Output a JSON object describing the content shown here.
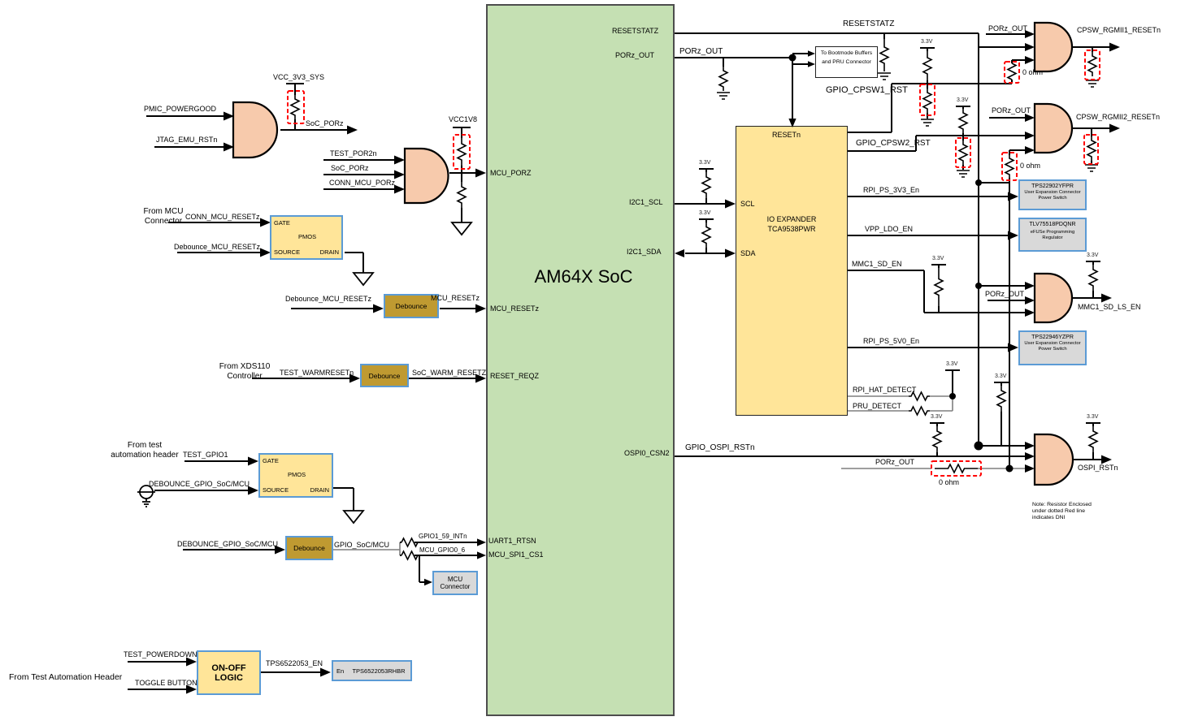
{
  "title": "AM64X SoC reset architecture diagram",
  "colors": {
    "soc_fill": "#c5e0b3",
    "gate_fill": "#f7caac",
    "yellow_fill": "#ffe599",
    "debounce_fill": "#bf9a31",
    "gray_fill": "#d9d9d9",
    "blue_border": "#5b9bd5",
    "dni_red": "#ff0000"
  },
  "soc": {
    "title": "AM64X SoC",
    "pins": {
      "mcu_porz": "MCU_PORZ",
      "mcu_resetz": "MCU_RESETz",
      "reset_reqz": "RESET_REQZ",
      "uart1_rtsn": "UART1_RTSN",
      "mcu_spi1_cs1": "MCU_SPI1_CS1",
      "resetstatz": "RESETSTATZ",
      "porz_out": "PORz_OUT",
      "i2c1_scl": "I2C1_SCL",
      "i2c1_sda": "I2C1_SDA",
      "ospi0_csn2": "OSPI0_CSN2"
    }
  },
  "nets": {
    "pmic_powergood": "PMIC_POWERGOOD",
    "jtag_emu_rstn": "JTAG_EMU_RSTn",
    "vcc_3v3_sys": "VCC_3V3_SYS",
    "soc_porz": "SoC_PORz",
    "test_por2n": "TEST_POR2n",
    "conn_mcu_porz": "CONN_MCU_PORz",
    "vcc1v8": "VCC1V8",
    "conn_mcu_resetz": "CONN_MCU_RESETz",
    "debounce_mcu_resetz": "Debounce_MCU_RESETz",
    "mcu_resetz": "MCU_RESETz",
    "test_warmresetn": "TEST_WARMRESETn",
    "soc_warm_resetz": "SoC_WARM_RESETZ",
    "test_gpio1": "TEST_GPIO1",
    "debounce_gpio_soc_mcu": "DEBOUNCE_GPIO_SoC/MCU",
    "gpio_soc_mcu": "GPIO_SoC/MCU",
    "gpio1_59_intn": "GPIO1_59_INTn",
    "mcu_gpio0_6": "MCU_GPIO0_6",
    "test_powerdown": "TEST_POWERDOWN",
    "toggle_button": "TOGGLE BUTTON",
    "tps6522053_en": "TPS6522053_EN",
    "resetstatz": "RESETSTATZ",
    "porz_out": "PORz_OUT",
    "gpio_cpsw1_rst": "GPIO_CPSW1_RST",
    "cpsw_rgmii1_resetn": "CPSW_RGMII1_RESETn",
    "cpsw_rgmii2_resetn": "CPSW_RGMII2_RESETn",
    "gpio_cpsw2_rst": "GPIO_CPSW2_RST",
    "rpi_ps_3v3_en": "RPI_PS_3V3_En",
    "vpp_ldo_en": "VPP_LDO_EN",
    "mmc1_sd_en": "MMC1_SD_EN",
    "rpi_ps_5v0_en": "RPI_PS_5V0_En",
    "rpi_hat_detect": "RPI_HAT_DETECT",
    "pru_detect": "PRU_DETECT",
    "mmc1_sd_ls_en": "MMC1_SD_LS_EN",
    "gpio_ospi_rstn": "GPIO_OSPI_RSTn",
    "ospi_rstn": "OSPI_RSTn"
  },
  "blocks": {
    "pmos": {
      "gate": "GATE",
      "pmos": "PMOS",
      "source": "SOURCE",
      "drain": "DRAIN"
    },
    "debounce": "Debounce",
    "mcu_connector": "MCU Connector",
    "onoff": "ON-OFF LOGIC",
    "tps_en": "En",
    "tps_part": "TPS6522053RHBR",
    "bootmode": "To Bootmode Buffers and PRU Connector",
    "expander": {
      "resetn": "RESETn",
      "name": "IO EXPANDER",
      "part": "TCA9538PWR",
      "scl": "SCL",
      "sda": "SDA"
    },
    "tps22902": {
      "part": "TPS22902YFPR",
      "desc": "User Expansion Connector Power Switch"
    },
    "tlv75518": {
      "part": "TLV75518PDQNR",
      "desc": "eFUSe Programming Regulator"
    },
    "tps22946": {
      "part": "TPS22946YZPR",
      "desc": "User Expansion Connector Power Switch"
    }
  },
  "captions": {
    "from_mcu_connector": "From MCU Connector",
    "from_xds110": "From XDS110 Controller",
    "from_test_automation": "From test automation header",
    "from_test_automation_header": "From Test Automation Header",
    "note": "Note: Resistor Enclosed under dotted Red line indicates DNI"
  },
  "misc": {
    "v33": "3.3V",
    "ohm0": "0 ohm"
  }
}
